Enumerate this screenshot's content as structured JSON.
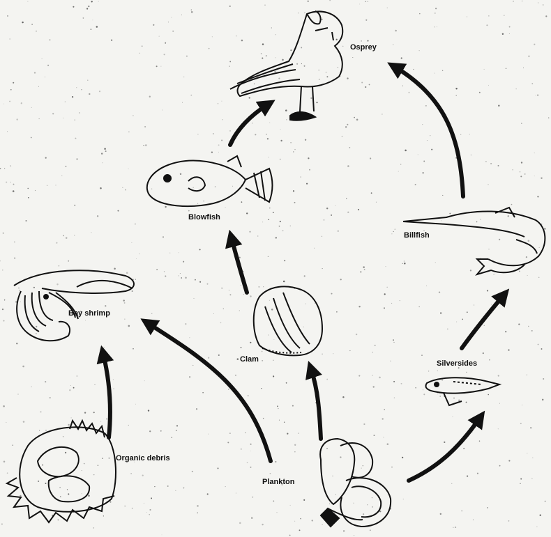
{
  "diagram": {
    "organisms": {
      "osprey": "Osprey",
      "blowfish": "Blowfish",
      "billfish": "Billfish",
      "bay_shrimp": "Bay shrimp",
      "clam": "Clam",
      "silversides": "Silversides",
      "organic_debris": "Organic debris",
      "plankton": "Plankton"
    },
    "arrows": [
      {
        "from": "organic_debris",
        "to": "bay_shrimp"
      },
      {
        "from": "plankton",
        "to": "bay_shrimp"
      },
      {
        "from": "plankton",
        "to": "clam"
      },
      {
        "from": "plankton",
        "to": "silversides"
      },
      {
        "from": "clam",
        "to": "blowfish"
      },
      {
        "from": "blowfish",
        "to": "osprey"
      },
      {
        "from": "silversides",
        "to": "billfish"
      },
      {
        "from": "billfish",
        "to": "osprey"
      }
    ],
    "colors": {
      "ink": "#111111",
      "paper": "#f4f4f1"
    }
  }
}
